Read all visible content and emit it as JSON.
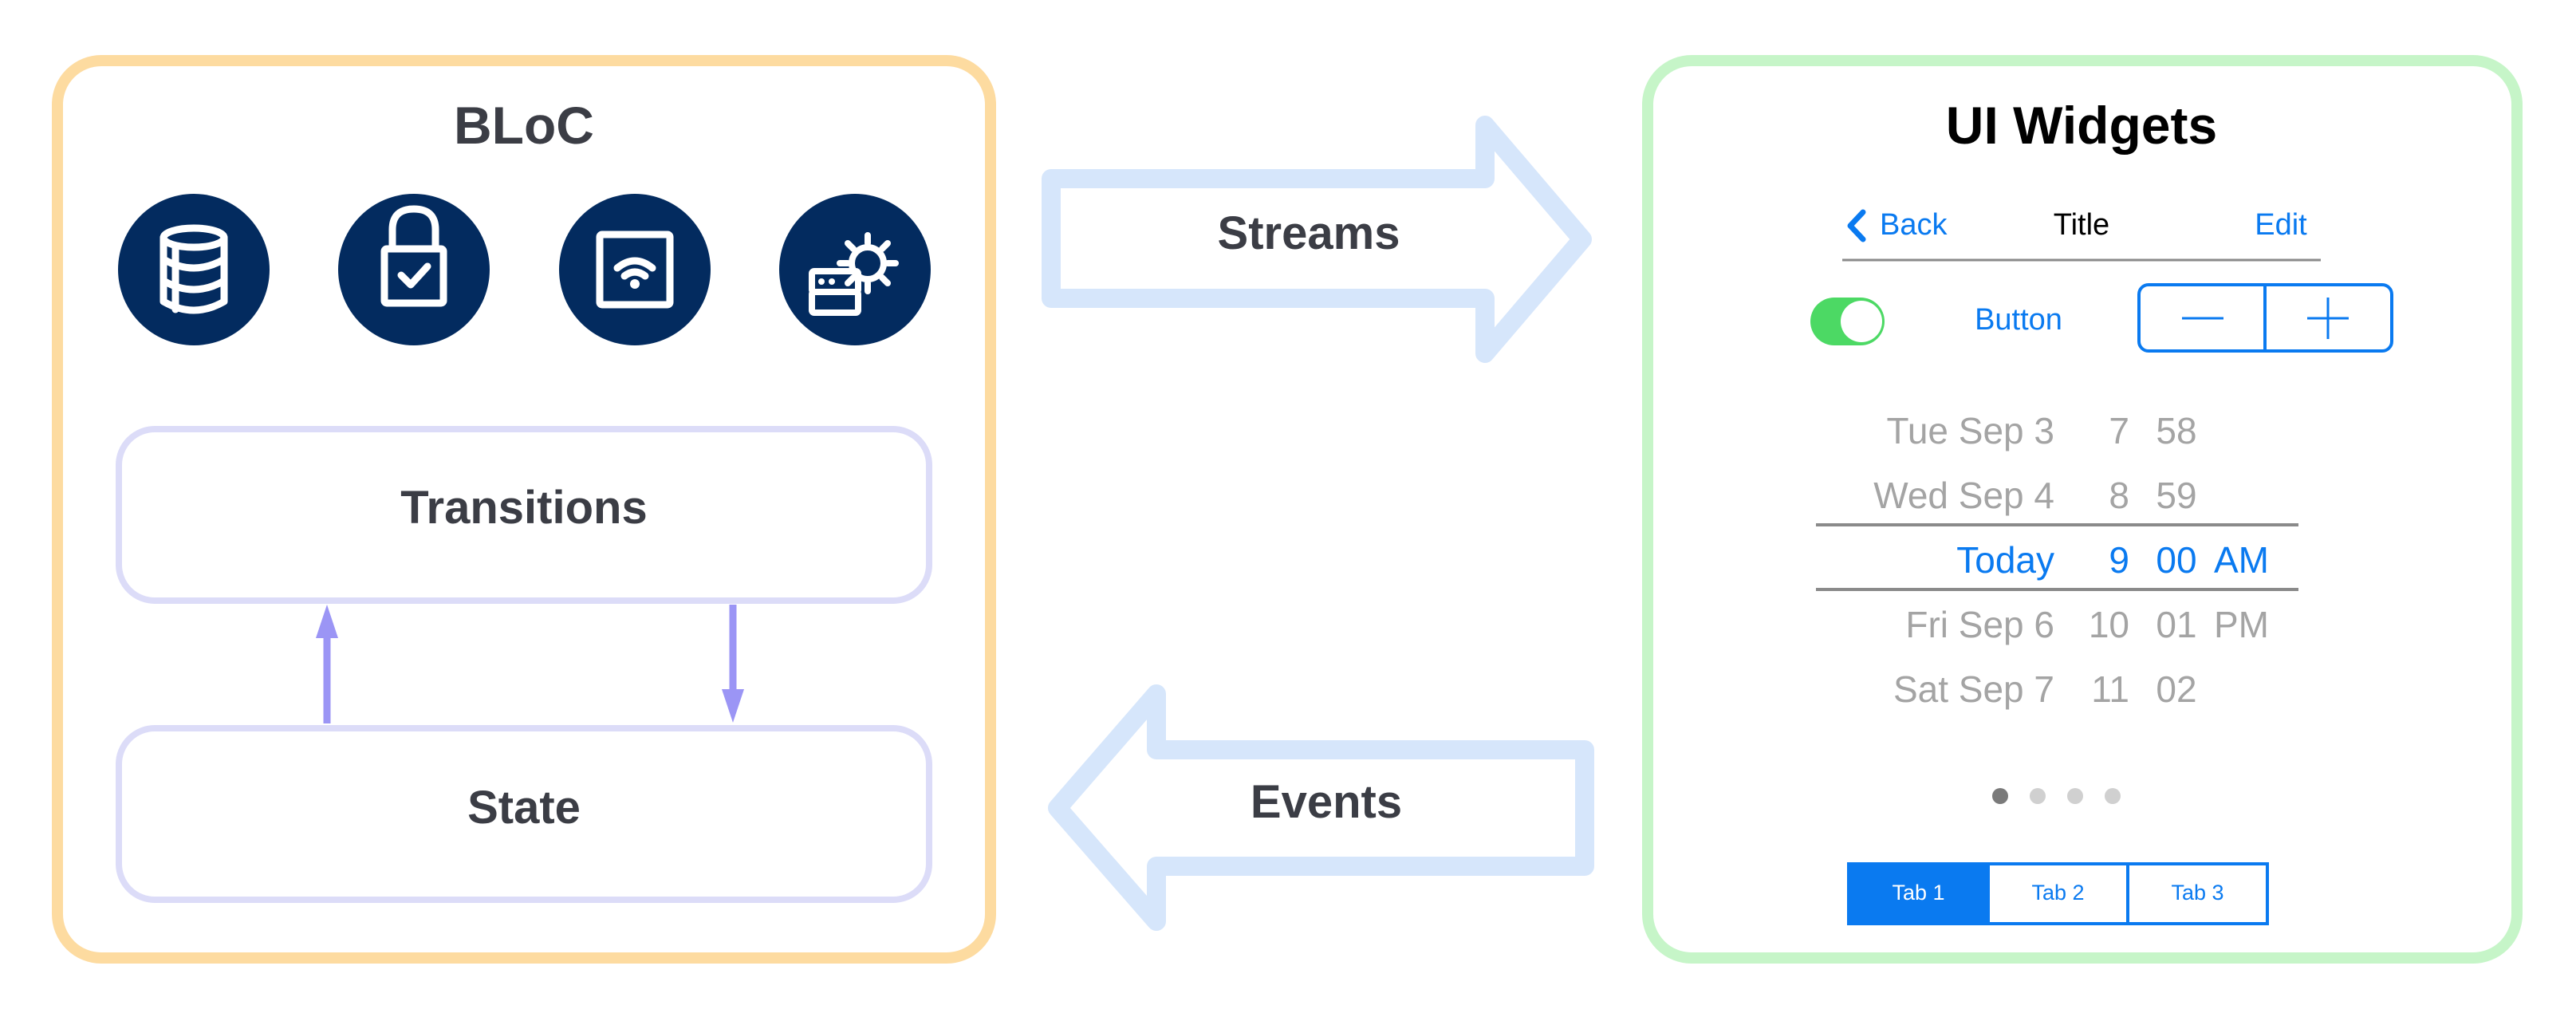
{
  "bloc": {
    "title": "BLoC",
    "icons": [
      "database-icon",
      "lock-check-icon",
      "wifi-device-icon",
      "gear-servers-icon"
    ],
    "transitions_label": "Transitions",
    "state_label": "State"
  },
  "arrows": {
    "streams_label": "Streams",
    "events_label": "Events"
  },
  "ui": {
    "title": "UI Widgets",
    "navbar": {
      "back": "Back",
      "title": "Title",
      "edit": "Edit"
    },
    "toggle_on": true,
    "button_label": "Button",
    "stepper": {
      "minus": "—",
      "plus": "+"
    },
    "picker": {
      "rows": [
        {
          "date": "Tue Sep 3",
          "hour": "7",
          "minute": "58",
          "ampm": ""
        },
        {
          "date": "Wed Sep 4",
          "hour": "8",
          "minute": "59",
          "ampm": ""
        },
        {
          "date": "Today",
          "hour": "9",
          "minute": "00",
          "ampm": "AM"
        },
        {
          "date": "Fri Sep 6",
          "hour": "10",
          "minute": "01",
          "ampm": "PM"
        },
        {
          "date": "Sat Sep 7",
          "hour": "11",
          "minute": "02",
          "ampm": ""
        }
      ],
      "selected_index": 2
    },
    "page_dots": {
      "count": 4,
      "active": 0
    },
    "tabs": [
      "Tab 1",
      "Tab 2",
      "Tab 3"
    ],
    "active_tab": 0
  },
  "colors": {
    "bloc_border": "#FDDBA0",
    "ui_border": "#C6F5C8",
    "inner_box_border": "#DCDCF8",
    "arrow_fill": "#D6E6FB",
    "icon_circle": "#032B5F",
    "connector": "#9B95F5",
    "ios_blue": "#0A7AF0",
    "toggle_green": "#4CD964",
    "text_dark": "#3B3D45",
    "picker_gray": "#A4A4A4"
  }
}
